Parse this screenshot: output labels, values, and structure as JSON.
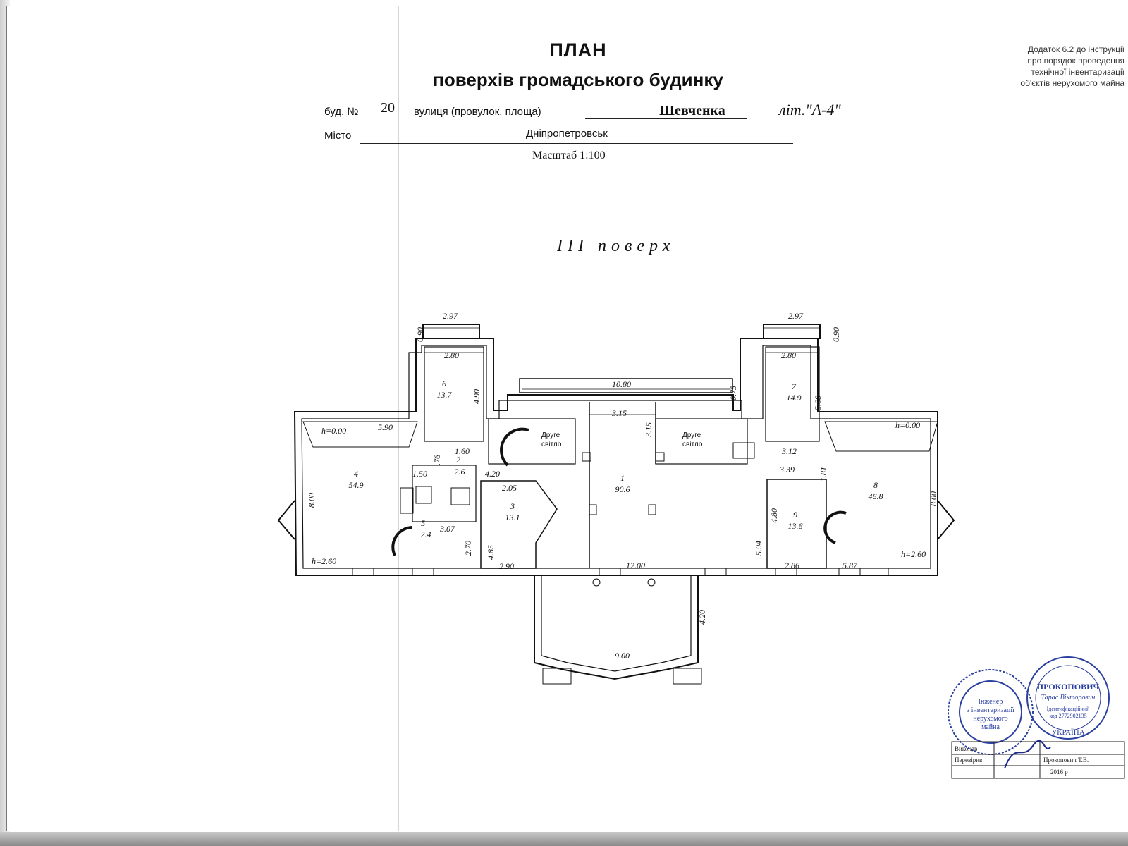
{
  "header": {
    "title": "ПЛАН",
    "subtitle": "поверхів громадського будинку",
    "building_label": "буд. №",
    "building_number": "20",
    "street_label": "вулиця (провулок, площа)",
    "street_value": "Шевченка",
    "liter_value": "літ.\"А-4\"",
    "city_label": "Місто",
    "city_value": "Дніпропетровськ",
    "scale": "Масштаб 1:100"
  },
  "appendix": {
    "lines": [
      "Додаток 6.2 до інструкції",
      "про  порядок проведення",
      "технічної   інвентаризації",
      "об'єктів нерухомого майна"
    ]
  },
  "floor_title": "III поверх",
  "plan": {
    "rooms": [
      {
        "number": "1",
        "area": "90.6"
      },
      {
        "number": "2",
        "area": "2.6"
      },
      {
        "number": "3",
        "area": "13.1"
      },
      {
        "number": "4",
        "area": "54.9"
      },
      {
        "number": "5",
        "area": "2.4"
      },
      {
        "number": "6",
        "area": "13.7"
      },
      {
        "number": "7",
        "area": "14.9"
      },
      {
        "number": "8",
        "area": "46.8"
      },
      {
        "number": "9",
        "area": "13.6"
      }
    ],
    "void_label": [
      "Друге",
      "світло"
    ],
    "dims": {
      "d_297_l": "2.97",
      "d_297_r": "2.97",
      "d_090_l": "0.90",
      "d_090_r": "0.90",
      "d_280_l": "2.80",
      "d_280_r": "2.80",
      "d_490": "4.90",
      "d_508": "5.08",
      "d_1080": "10.80",
      "d_075": "0.75",
      "d_315h": "3.15",
      "d_315v": "3.15",
      "d_h000_l": "h=0.00",
      "d_h000_r": "h=0.00",
      "d_590": "5.90",
      "d_160": "1.60",
      "d_312": "3.12",
      "d_181": "1.81",
      "d_076": ".76",
      "d_150": "1.50",
      "d_420": "4.20",
      "d_205": "2.05",
      "d_339": "3.39",
      "d_800_l": "8.00",
      "d_800_r": "8.00",
      "d_480": "4.80",
      "d_307": "3.07",
      "d_270": "2.70",
      "d_485": "4.85",
      "d_594": "5.94",
      "d_h260_l": "h=2.60",
      "d_h260_r": "h=2.60",
      "d_290": "2.90",
      "d_1200": "12.00",
      "d_286": "2.86",
      "d_587": "5.87",
      "d_420v": "4.20",
      "d_900": "9.00"
    }
  },
  "stamps": {
    "left_text": [
      "Інженер",
      "з інвентаризації",
      "нерухомого",
      "майна"
    ],
    "right_name": "ПРОКОПОВИЧ",
    "right_sub": "Тарас Вікторович",
    "right_id": [
      "Ідентифікаційний",
      "код 2772902135"
    ],
    "right_country": "УКРАЇНА",
    "table_row1": [
      "Виконав",
      ""
    ],
    "table_row2": [
      "Перевірив",
      "Прокопович Т.В."
    ],
    "table_year": "2016 р"
  }
}
